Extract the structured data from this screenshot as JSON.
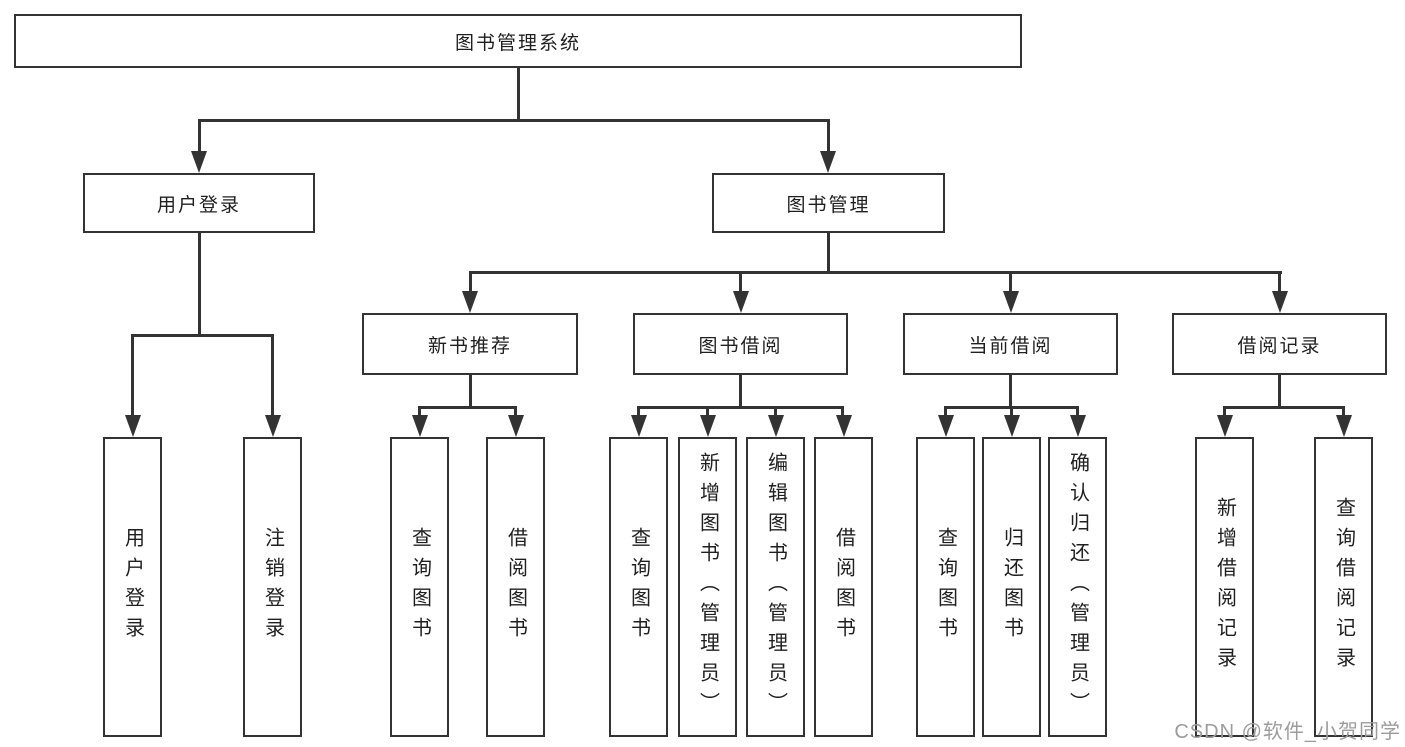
{
  "style": {
    "line_color": "#333333",
    "box_border_color": "#333333",
    "box_fill": "#ffffff",
    "text_color": "#1f1f1f",
    "background": "#ffffff"
  },
  "tree": {
    "root": {
      "label": "图书管理系统"
    },
    "branches": [
      {
        "label": "用户登录",
        "children": [
          {
            "label": "用户登录"
          },
          {
            "label": "注销登录"
          }
        ]
      },
      {
        "label": "图书管理",
        "children": [
          {
            "label": "新书推荐",
            "children": [
              {
                "label": "查询图书"
              },
              {
                "label": "借阅图书"
              }
            ]
          },
          {
            "label": "图书借阅",
            "children": [
              {
                "label": "查询图书"
              },
              {
                "label": "新增图书（管理员）"
              },
              {
                "label": "编辑图书（管理员）"
              },
              {
                "label": "借阅图书"
              }
            ]
          },
          {
            "label": "当前借阅",
            "children": [
              {
                "label": "查询图书"
              },
              {
                "label": "归还图书"
              },
              {
                "label": "确认归还（管理员）"
              }
            ]
          },
          {
            "label": "借阅记录",
            "children": [
              {
                "label": "新增借阅记录"
              },
              {
                "label": "查询借阅记录"
              }
            ]
          }
        ]
      }
    ]
  },
  "watermark": {
    "text": "CSDN @软件_小贺同学",
    "color": "#9c9c9c"
  }
}
